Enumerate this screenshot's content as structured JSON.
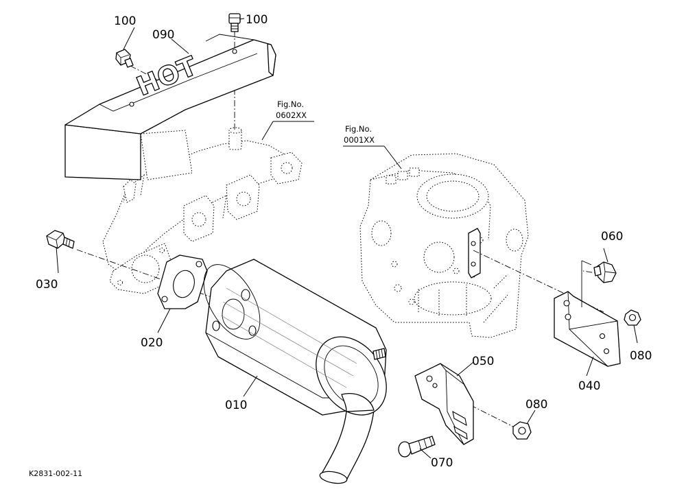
{
  "parts": [
    {
      "key": "p010",
      "label": "010"
    },
    {
      "key": "p020",
      "label": "020"
    },
    {
      "key": "p030",
      "label": "030"
    },
    {
      "key": "p040",
      "label": "040"
    },
    {
      "key": "p050",
      "label": "050"
    },
    {
      "key": "p060",
      "label": "060"
    },
    {
      "key": "p070",
      "label": "070"
    },
    {
      "key": "p080a",
      "label": "080"
    },
    {
      "key": "p080b",
      "label": "080"
    },
    {
      "key": "p090",
      "label": "090"
    },
    {
      "key": "p100a",
      "label": "100"
    },
    {
      "key": "p100b",
      "label": "100"
    }
  ],
  "references": [
    {
      "key": "manifold",
      "prefix": "Fig.No.",
      "number": "0602XX"
    },
    {
      "key": "block",
      "prefix": "Fig.No.",
      "number": "0001XX"
    }
  ],
  "heat_cover_stencil": "HOT",
  "drawing_code": "K2831-002-11"
}
